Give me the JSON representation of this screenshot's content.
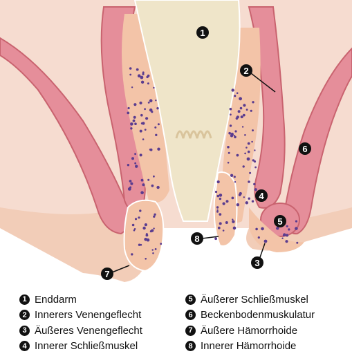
{
  "labels": [
    {
      "num": "1",
      "text": "Enddarm"
    },
    {
      "num": "2",
      "text": "Innerers Venengeflecht"
    },
    {
      "num": "3",
      "text": "Äußeres Venengeflecht"
    },
    {
      "num": "4",
      "text": "Innerer Schließmuskel"
    },
    {
      "num": "5",
      "text": "Äußerer Schließmuskel"
    },
    {
      "num": "6",
      "text": "Beckenbodenmuskulatur"
    },
    {
      "num": "7",
      "text": "Äußere Hämorrhoide"
    },
    {
      "num": "8",
      "text": "Innerer Hämorrhoide"
    }
  ],
  "colors": {
    "background": "#f6dcd0",
    "rectum": "#efe5c9",
    "tissue": "#f3c4a8",
    "muscle": "#e58e9a",
    "muscle_dark": "#c9636f",
    "veins": "#5a3c8f",
    "badge": "#111111"
  }
}
